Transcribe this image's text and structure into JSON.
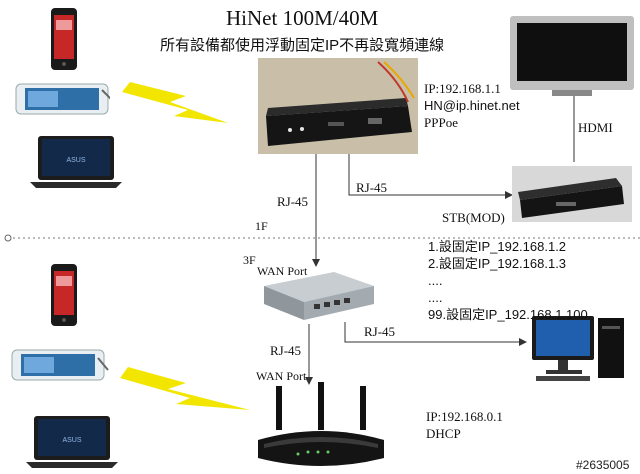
{
  "header": {
    "title": "HiNet 100M/40M",
    "subtitle": "所有設備都使用浮動固定IP不再設寬頻連線"
  },
  "modem_info": {
    "ip": "IP:192.168.1.1",
    "account": "HN@ip.hinet.net",
    "protocol": "PPPoe"
  },
  "links": {
    "modem_to_stb": "RJ-45",
    "modem_to_switch": "RJ-45",
    "switch_to_pc": "RJ-45",
    "switch_to_router": "RJ-45",
    "stb_to_tv": "HDMI"
  },
  "floors": {
    "first": "1F",
    "third": "3F"
  },
  "ports": {
    "switch_wan": "WAN Port",
    "router_wan": "WAN Port"
  },
  "stb_label": "STB(MOD)",
  "fixed_ip_list": [
    "1.設固定IP_192.168.1.2",
    "2.設固定IP_192.168.1.3",
    "....",
    "....",
    "99.設固定IP_192.168.1.100"
  ],
  "router_info": {
    "ip": "IP:192.168.0.1",
    "mode": "DHCP"
  },
  "watermark": "#2635005",
  "colors": {
    "lightning": "#f2e600",
    "line": "#333333",
    "floor_divider": "#666666"
  }
}
